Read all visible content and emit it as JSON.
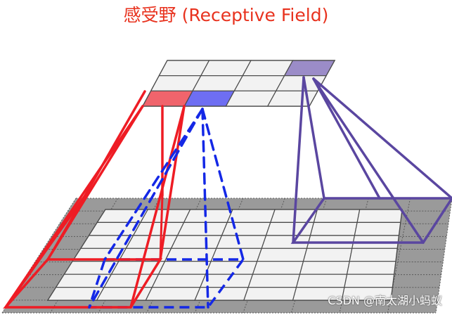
{
  "title": "感受野 (Receptive Field)",
  "watermark": "CSDN @南太湖小蚂蚁",
  "colors": {
    "title": "#e8321e",
    "red": "#ee1c24",
    "red_fill": "#f0646c",
    "blue": "#1428e6",
    "blue_fill": "#6e6ef2",
    "purple": "#5a46a0",
    "purple_fill": "#9b8cc8",
    "grid_line": "#4a4a4a",
    "cell": "#f2f2f2",
    "shadow": "#9a9a9a"
  },
  "icons": {
    "top_feature_map": "grid-3x4",
    "bottom_feature_map": "grid-7x7"
  }
}
